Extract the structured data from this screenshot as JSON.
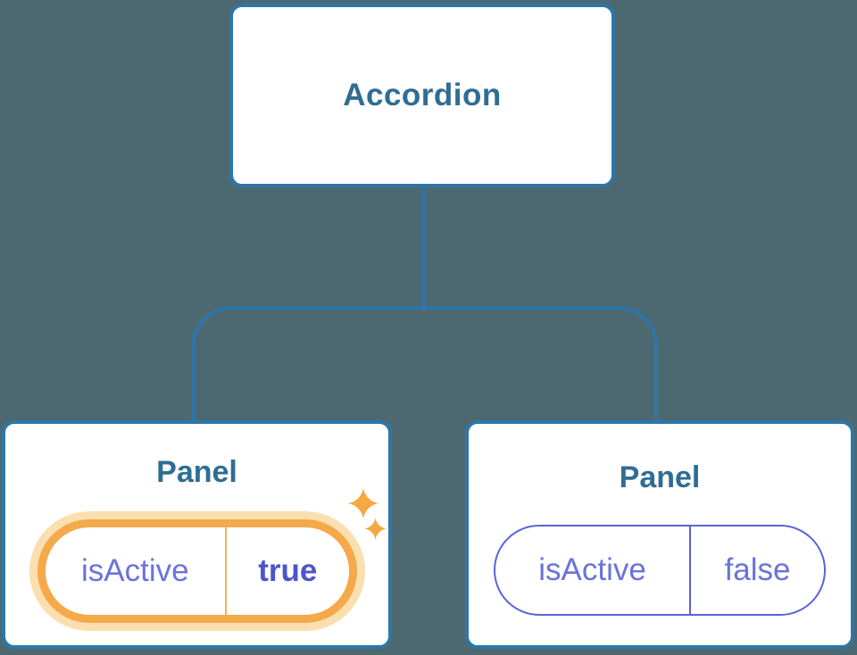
{
  "diagram": {
    "root": {
      "label": "Accordion"
    },
    "panels": [
      {
        "label": "Panel",
        "prop_name": "isActive",
        "prop_value": "true",
        "highlighted": true
      },
      {
        "label": "Panel",
        "prop_name": "isActive",
        "prop_value": "false",
        "highlighted": false
      }
    ],
    "icons": [
      "sparkle-large-icon",
      "sparkle-small-icon"
    ],
    "colors": {
      "background": "#4C6972",
      "node_border": "#2E76A8",
      "node_background": "#FFFFFF",
      "node_text": "#2F6D94",
      "prop_text": "#6A73DA",
      "prop_value_active_text": "#4D55C9",
      "prop_pill_border_inactive": "#5A64D6",
      "highlight_ring": "#F4A94A",
      "highlight_glow": "#FBDFAE",
      "highlight_divider": "#F6B05C",
      "sparkle": "#F5A942"
    }
  }
}
